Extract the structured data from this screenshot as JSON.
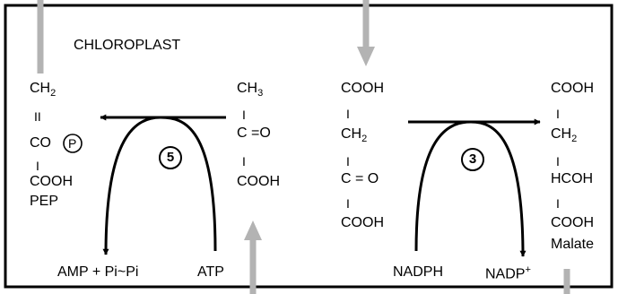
{
  "compartment_label": "CHLOROPLAST",
  "pep": {
    "line1": "CH",
    "line1_sub": "2",
    "bond1": "II",
    "line2": "CO",
    "phosphate": "P",
    "bond2": "I",
    "line3": "COOH",
    "name": "PEP"
  },
  "pyruvate": {
    "line1": "CH",
    "line1_sub": "3",
    "bond1": "I",
    "line2": "C =O",
    "bond2": "I",
    "line3": "COOH"
  },
  "oxaloacetate": {
    "line1": "COOH",
    "bond1": "I",
    "line2": "CH",
    "line2_sub": "2",
    "bond2": "I",
    "line3": "C = O",
    "bond3": "I",
    "line4": "COOH"
  },
  "malate": {
    "line1": "COOH",
    "bond1": "I",
    "line2": "CH",
    "line2_sub": "2",
    "bond2": "I",
    "line3": "HCOH",
    "bond3": "I",
    "line4": "COOH",
    "name": "Malate"
  },
  "reaction_left": {
    "step": "5",
    "input": "ATP",
    "output": "AMP + Pi~Pi"
  },
  "reaction_right": {
    "step": "3",
    "input": "NADPH",
    "output": "NADP",
    "output_sup": "+"
  },
  "colors": {
    "border": "#000000",
    "text": "#000000",
    "transport_arrow": "#b3b3b3",
    "background": "#ffffff"
  }
}
